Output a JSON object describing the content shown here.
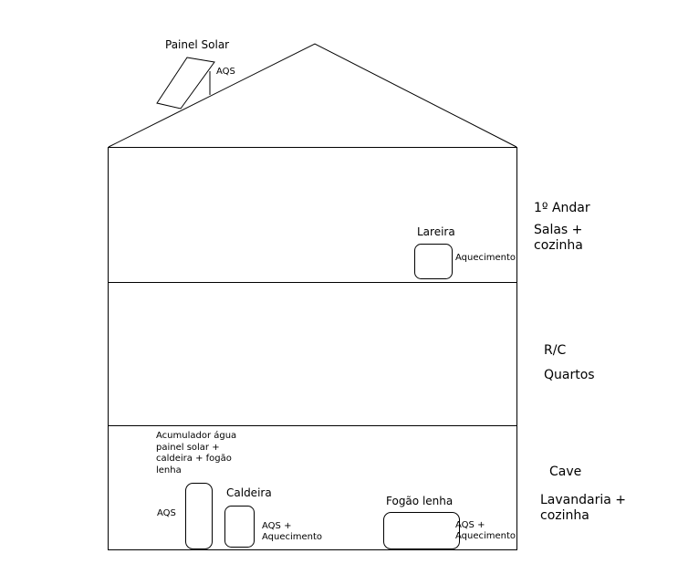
{
  "solar": {
    "title": "Painel Solar",
    "aqs": "AQS"
  },
  "floors": {
    "first": {
      "name": "1º Andar",
      "rooms": "Salas + cozinha",
      "device": "Lareira",
      "device_use": "Aquecimento"
    },
    "ground": {
      "name": "R/C",
      "rooms": "Quartos"
    },
    "basement": {
      "name": "Cave",
      "rooms": "Lavandaria + cozinha",
      "accumulator": "Acumulador água painel solar + caldeira + fogão lenha",
      "accumulator_use": "AQS",
      "boiler": "Caldeira",
      "boiler_use": "AQS + Aquecimento",
      "stove": "Fogão lenha",
      "stove_use": "AQS + Aquecimento"
    }
  }
}
